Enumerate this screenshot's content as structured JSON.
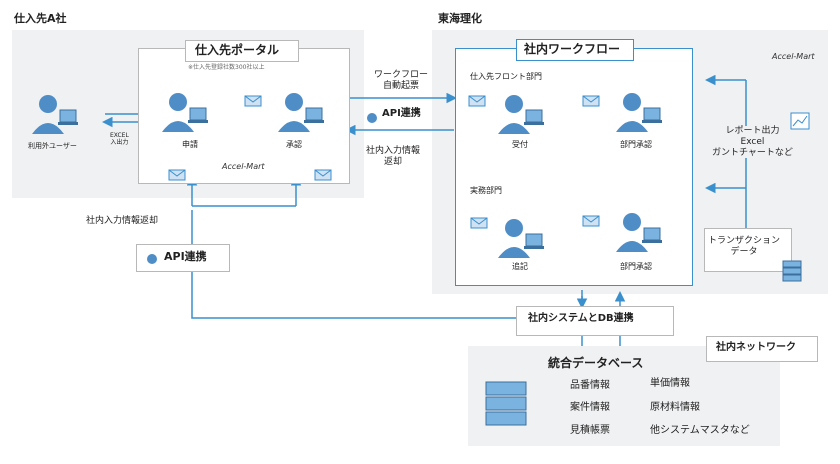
{
  "supplier": {
    "company": "仕入先A社",
    "portal_title": "仕入先ポータル",
    "portal_note": "※仕入先登録社数300社以上",
    "external_user": "利用外ユーザー",
    "excel_input": "EXCEL\n入出力",
    "apply": "申請",
    "approve": "承認",
    "logo": "Accel-Mart"
  },
  "middle": {
    "workflow_auto": "ワークフロー\n自動起票",
    "api_link": "API連携",
    "return_info": "社内入力情報\n返却"
  },
  "tokai": {
    "company": "東海理化",
    "workflow_title": "社内ワークフロー",
    "front_dept": "仕入先フロント部門",
    "receive": "受付",
    "dept_approve_1": "部門承認",
    "practice_dept": "実務部門",
    "append": "追記",
    "dept_approve_2": "部門承認",
    "logo": "Accel-Mart",
    "report": "レポート出力\nExcel\nガントチャートなど",
    "transaction": "トランザクション\nデータ"
  },
  "bottom": {
    "return_info": "社内入力情報返却",
    "api_link": "API連携",
    "db_link": "社内システムとDB連携",
    "network": "社内ネットワーク",
    "db_title": "統合データベース",
    "items": [
      "品番情報",
      "単価情報",
      "案件情報",
      "原材料情報",
      "見積帳票",
      "他システムマスタなど"
    ]
  },
  "colors": {
    "accent": "#3a8fcd",
    "region": "#f0f1f3",
    "person": "#4f8dc6"
  }
}
